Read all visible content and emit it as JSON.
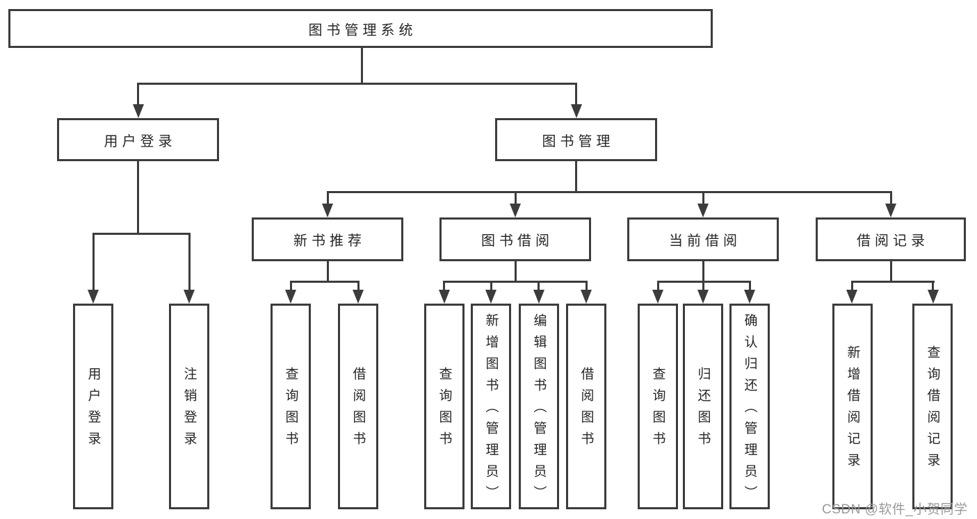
{
  "diagram": {
    "root": {
      "label": "图书管理系统"
    },
    "branches": [
      {
        "label": "用户登录",
        "children": [
          {
            "label": "用户登录"
          },
          {
            "label": "注销登录"
          }
        ]
      },
      {
        "label": "图书管理",
        "children": [
          {
            "label": "新书推荐",
            "children": [
              {
                "label": "查询图书"
              },
              {
                "label": "借阅图书"
              }
            ]
          },
          {
            "label": "图书借阅",
            "children": [
              {
                "label": "查询图书"
              },
              {
                "label": "新增图书（管理员）"
              },
              {
                "label": "编辑图书（管理员）"
              },
              {
                "label": "借阅图书"
              }
            ]
          },
          {
            "label": "当前借阅",
            "children": [
              {
                "label": "查询图书"
              },
              {
                "label": "归还图书"
              },
              {
                "label": "确认归还（管理员）"
              }
            ]
          },
          {
            "label": "借阅记录",
            "children": [
              {
                "label": "新增借阅记录"
              },
              {
                "label": "查询借阅记录"
              }
            ]
          }
        ]
      }
    ]
  },
  "watermark": {
    "text": "CSDN @软件_小贺同学",
    "color": "#9b9b9b"
  },
  "colors": {
    "line": "#3c3c3c",
    "box_border": "#3c3c3c",
    "box_fill": "#ffffff",
    "text": "#262626",
    "background": "#ffffff"
  }
}
